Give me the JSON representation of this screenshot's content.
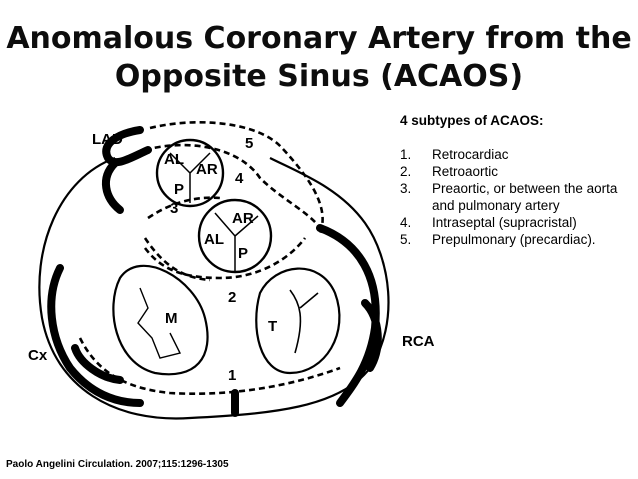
{
  "title_line1": "Anomalous Coronary Artery from the",
  "title_line2": "Opposite Sinus (ACAOS)",
  "subtypes": {
    "heading": "4 subtypes of ACAOS:",
    "items": [
      {
        "num": "1.",
        "text": "Retrocardiac"
      },
      {
        "num": "2.",
        "text": "Retroaortic"
      },
      {
        "num": "3.",
        "text": "Preaortic, or between the aorta and pulmonary artery"
      },
      {
        "num": "4.",
        "text": "Intraseptal (supracristal)"
      },
      {
        "num": "5.",
        "text": "Prepulmonary (precardiac)."
      }
    ]
  },
  "diagram": {
    "lad": "LAD",
    "cx": "Cx",
    "rca": "RCA",
    "m": "M",
    "t": "T",
    "pulm_al": "AL",
    "pulm_ar": "AR",
    "pulm_p": "P",
    "aorta_al": "AL",
    "aorta_ar": "AR",
    "aorta_p": "P",
    "n1": "1",
    "n2": "2",
    "n3": "3",
    "n4": "4",
    "n5": "5"
  },
  "citation": "Paolo Angelini Circulation. 2007;115:1296-1305"
}
